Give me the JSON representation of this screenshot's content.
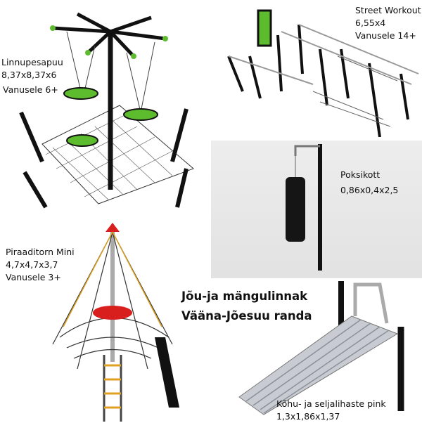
{
  "title": {
    "line1": "Jõu-ja mängulinnak",
    "line2": "Vääna-Jõesuu randa"
  },
  "items": [
    {
      "name": "Linnupesapuu",
      "size": "8,37x8,37x6",
      "age": "Vanusele 6+"
    },
    {
      "name": "Street Workout",
      "size": "6,55x4",
      "age": "Vanusele 14+"
    },
    {
      "name": "Poksikott",
      "size": "0,86x0,4x2,5"
    },
    {
      "name": "Piraaditorn Mini",
      "size": "4,7x4,7x3,7",
      "age": "Vanusele 3+"
    },
    {
      "name": "Kõhu- ja seljalihaste pink",
      "size": "1,3x1,86x1,37"
    }
  ],
  "colors": {
    "accent_green": "#5dbb2e",
    "accent_red": "#d91e1e",
    "metal": "#1a1a1a"
  }
}
